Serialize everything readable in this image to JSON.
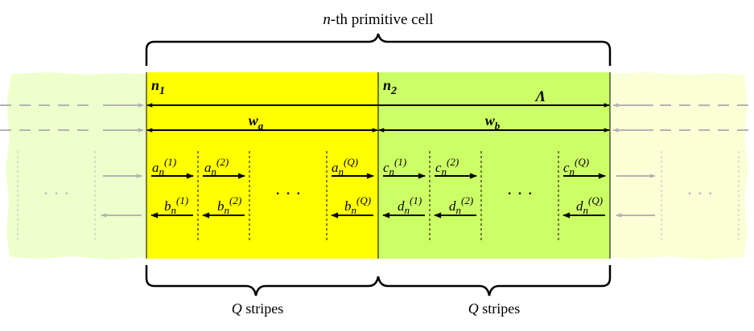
{
  "title": {
    "n": "n",
    "suffix": "-th primitive cell"
  },
  "refractive": {
    "n1_base": "n",
    "n1_sub": "1",
    "n2_base": "n",
    "n2_sub": "2"
  },
  "period": {
    "symbol": "Λ"
  },
  "widths": {
    "wa_base": "w",
    "wa_sub": "a",
    "wb_base": "w",
    "wb_sub": "b"
  },
  "region_a": {
    "forward": [
      {
        "base": "a",
        "sub": "n",
        "sup": "(1)"
      },
      {
        "base": "a",
        "sub": "n",
        "sup": "(2)"
      },
      {
        "base": "a",
        "sub": "n",
        "sup": "(Q)"
      }
    ],
    "backward": [
      {
        "base": "b",
        "sub": "n",
        "sup": "(1)"
      },
      {
        "base": "b",
        "sub": "n",
        "sup": "(2)"
      },
      {
        "base": "b",
        "sub": "n",
        "sup": "(Q)"
      }
    ]
  },
  "region_b": {
    "forward": [
      {
        "base": "c",
        "sub": "n",
        "sup": "(1)"
      },
      {
        "base": "c",
        "sub": "n",
        "sup": "(2)"
      },
      {
        "base": "c",
        "sub": "n",
        "sup": "(Q)"
      }
    ],
    "backward": [
      {
        "base": "d",
        "sub": "n",
        "sup": "(1)"
      },
      {
        "base": "d",
        "sub": "n",
        "sup": "(2)"
      },
      {
        "base": "d",
        "sub": "n",
        "sup": "(Q)"
      }
    ]
  },
  "ellipsis": "· · ·",
  "stripes_label": {
    "q": "Q",
    "suffix": " stripes"
  },
  "colors": {
    "layer_a": "#ffff00",
    "layer_b": "#ccff66",
    "faded_left": "#eeffcc",
    "faded_right": "#fbffd6",
    "arrow": "#000000",
    "faded_arrow": "#b3b3b3"
  }
}
